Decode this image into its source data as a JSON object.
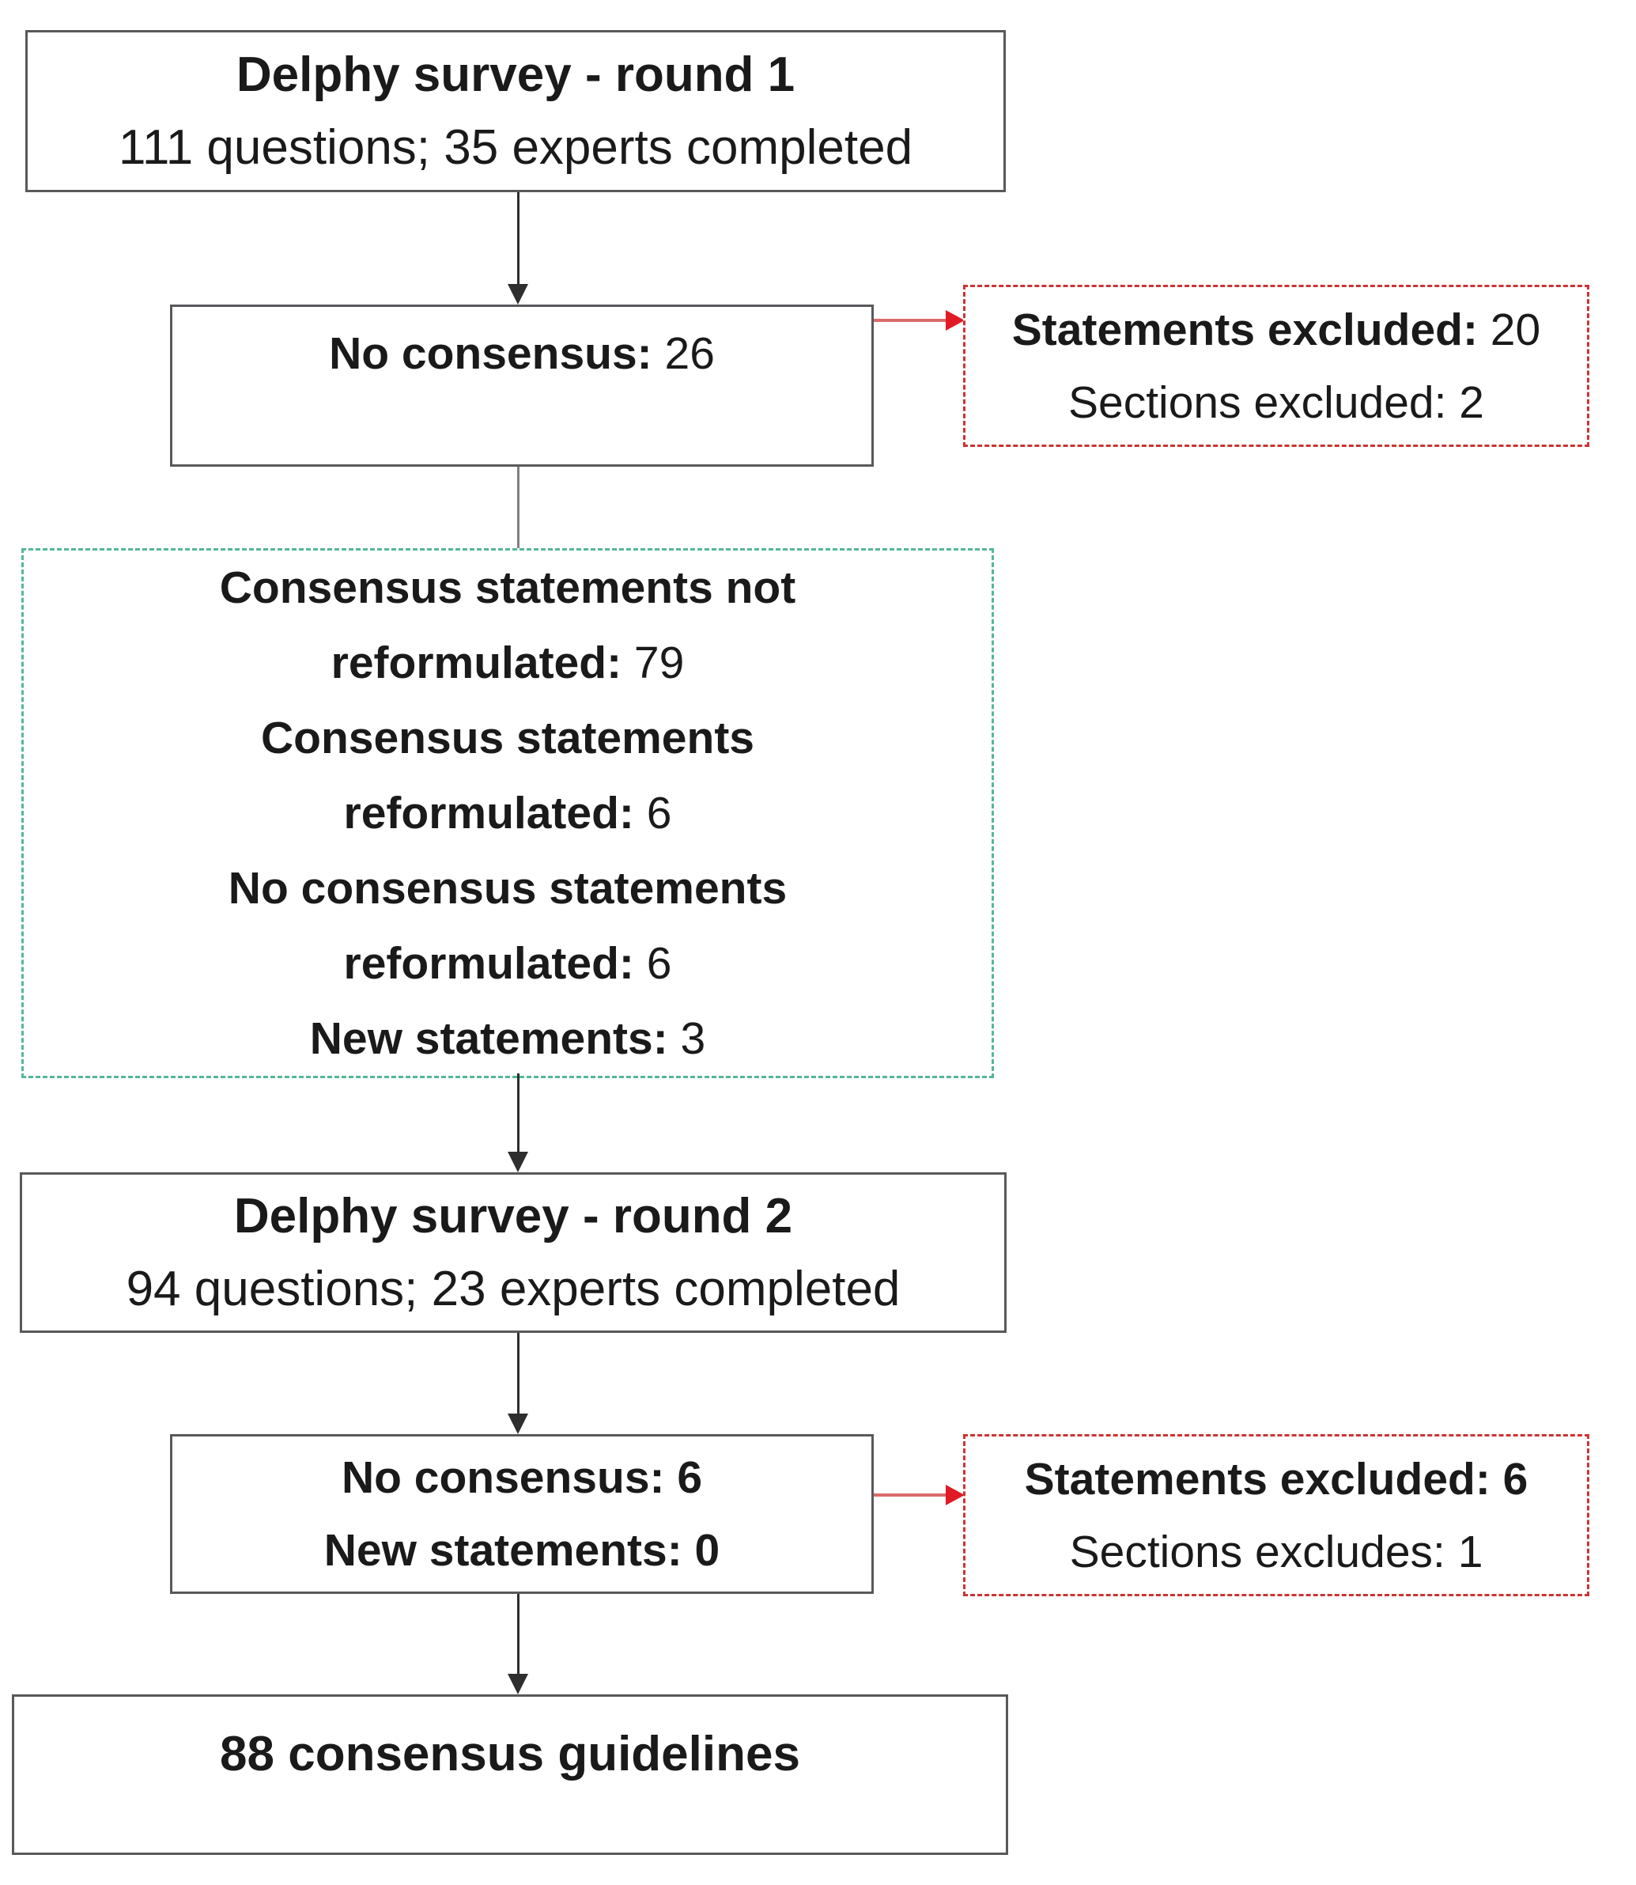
{
  "diagram": {
    "round1": {
      "title": "Delphy survey - round 1",
      "subtitle": "111 questions; 35 experts completed"
    },
    "no_consensus_1": {
      "label": "No consensus:",
      "value": " 26"
    },
    "excluded_1": {
      "line1_label": "Statements excluded:",
      "line1_value": " 20",
      "line2": "Sections excluded: 2"
    },
    "reformulation": {
      "lines": [
        {
          "bold": "Consensus statements not",
          "normal": ""
        },
        {
          "bold": "reformulated:",
          "normal": " 79"
        },
        {
          "bold": "Consensus statements",
          "normal": ""
        },
        {
          "bold": "reformulated:",
          "normal": " 6"
        },
        {
          "bold": "No consensus statements",
          "normal": ""
        },
        {
          "bold": "reformulated:",
          "normal": " 6"
        },
        {
          "bold": "New statements:",
          "normal": " 3"
        }
      ]
    },
    "round2": {
      "title": "Delphy survey - round 2",
      "subtitle": "94 questions; 23 experts completed"
    },
    "no_consensus_2": {
      "line1": "No consensus: 6",
      "line2": "New statements: 0"
    },
    "excluded_2": {
      "line1": "Statements excluded: 6",
      "line2": "Sections excludes: 1"
    },
    "result": {
      "title": "88 consensus guidelines"
    },
    "colors": {
      "box_border": "#58595b",
      "arrow": "#2e2e2e",
      "connector": "#7f7f7f",
      "red_dashed_border": "#cc3333",
      "red_arrowhead": "#e01b24",
      "red_line": "#d96a6a",
      "green_dashed_border": "#55b795",
      "text": "#1a1a1a",
      "background": "#ffffff"
    }
  }
}
